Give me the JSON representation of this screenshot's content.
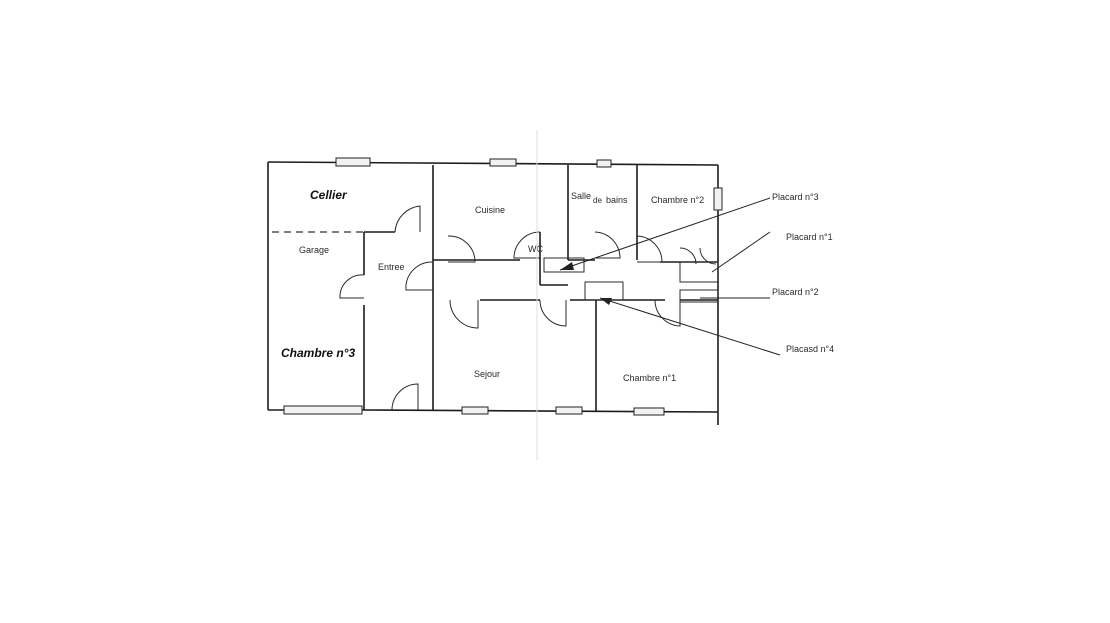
{
  "rooms": {
    "cellier": "Cellier",
    "garage": "Garage",
    "chambre3": "Chambre n°3",
    "entree": "Entree",
    "cuisine": "Cuisine",
    "wc": "WC",
    "salle_de_bains_1": "Salle",
    "salle_de_bains_2": "de",
    "salle_de_bains_3": "bains",
    "chambre2": "Chambre n°2",
    "sejour": "Sejour",
    "chambre1": "Chambre n°1"
  },
  "callouts": {
    "placard3": "Placard n°3",
    "placard1": "Placard n°1",
    "placard2": "Placard n°2",
    "placard4": "Placasd n°4"
  }
}
